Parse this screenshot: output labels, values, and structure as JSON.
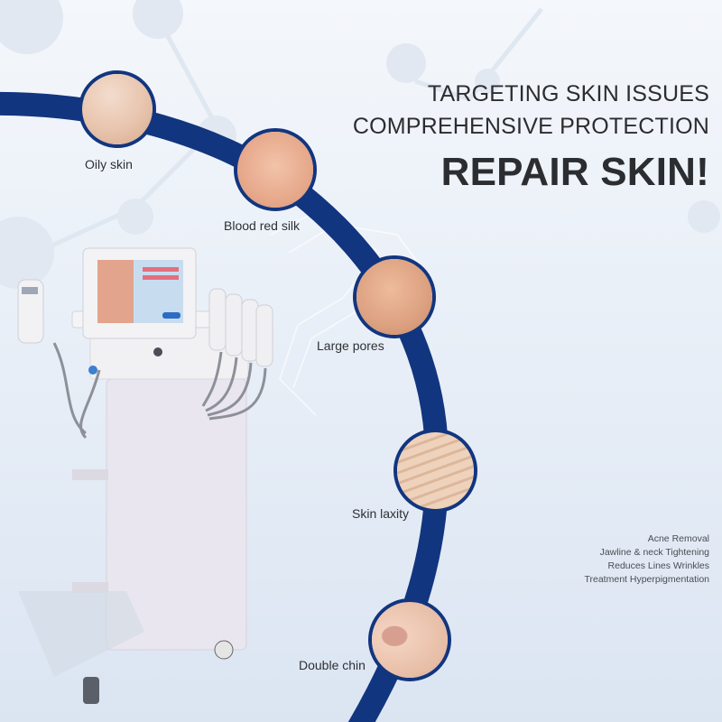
{
  "headline": {
    "line1": "TARGETING SKIN ISSUES",
    "line2": "COMPREHENSIVE PROTECTION",
    "line3": "REPAIR SKIN!"
  },
  "issues": [
    {
      "label": "Oily skin",
      "icon": "oily-skin-closeup"
    },
    {
      "label": "Blood red silk",
      "icon": "red-cheek-closeup"
    },
    {
      "label": "Large pores",
      "icon": "pores-closeup"
    },
    {
      "label": "Skin laxity",
      "icon": "eye-wrinkles-closeup"
    },
    {
      "label": "Double chin",
      "icon": "chin-closeup"
    }
  ],
  "features": [
    "Acne Removal",
    "Jawline & neck Tightening",
    "Reduces Lines Wrinkles",
    "Treatment Hyperpigmentation"
  ],
  "colors": {
    "arc": "#12357f",
    "text": "#2b2d30",
    "background": "#eaf0f8"
  }
}
